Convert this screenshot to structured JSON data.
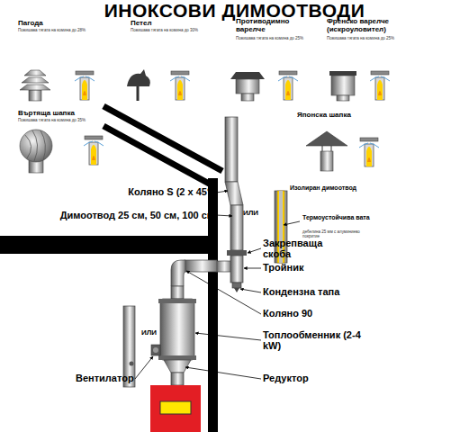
{
  "diagram": {
    "title": "ИНОКСОВИ ДИМООТВОДИ",
    "labels": [
      "Пагода",
      "Повишава тягата на комина до 28%",
      "Петел",
      "Повишава тягата на комина до 30%",
      "Противодимно варелче",
      "Повишава тягата на комина до 25%",
      "Френско варелче (искроуловител)",
      "Повишава тягата на комина до 25%",
      "Въртяща шапка",
      "Повишава тягата на комина до 35%",
      "Японска шапка",
      "Коляно S (2 x 45°)",
      "Димоотвод 25 см, 50 см, 100 см",
      "ИЛИ",
      "Изолиран димоотвод",
      "Термоустойчива вата",
      "дебелина 25 мм с алуминиево покритие",
      "Закрепваща скоба",
      "Тройник",
      "Кондензна тапа",
      "Коляно 90",
      "Топлообменник (2-4 kW)",
      "ИЛИ",
      "Вентилатор",
      "Редуктор"
    ]
  }
}
